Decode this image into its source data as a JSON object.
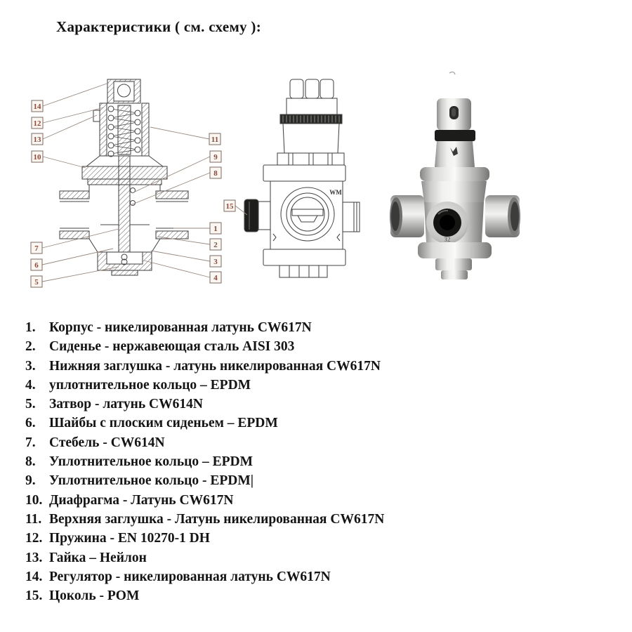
{
  "title": "Характеристики ( см. схему ):",
  "diagram": {
    "callouts": {
      "c1": "1",
      "c2": "2",
      "c3": "3",
      "c4": "4",
      "c5": "5",
      "c6": "6",
      "c7": "7",
      "c8": "8",
      "c9": "9",
      "c10": "10",
      "c11": "11",
      "c12": "12",
      "c13": "13",
      "c14": "14",
      "c15": "15"
    },
    "body_logo": "WM",
    "photo_marking": "32"
  },
  "parts_list": [
    {
      "num": "1.",
      "desc": "Корпус - никелированная латунь CW617N"
    },
    {
      "num": "2.",
      "desc": "Сиденье - нержавеющая сталь AISI 303"
    },
    {
      "num": "3.",
      "desc": "Нижняя заглушка - латунь никелированная  CW617N"
    },
    {
      "num": "4.",
      "desc": "уплотнительное кольцо – EPDM"
    },
    {
      "num": "5.",
      "desc": "Затвор -  латунь CW614N"
    },
    {
      "num": "6.",
      "desc": "Шайбы с плоским сиденьем – EPDM"
    },
    {
      "num": "7.",
      "desc": "Стебель - CW614N"
    },
    {
      "num": "8.",
      "desc": "Уплотнительное кольцо – EPDM"
    },
    {
      "num": "9.",
      "desc": "Уплотнительное кольцо -  EPDM|"
    },
    {
      "num": "10.",
      "desc": "Диафрагма - Латунь CW617N"
    },
    {
      "num": "11.",
      "desc": "Верхняя заглушка  -  Латунь никелированная CW617N"
    },
    {
      "num": "12.",
      "desc": "Пружина - EN 10270-1 DH"
    },
    {
      "num": "13.",
      "desc": "Гайка – Нейлон"
    },
    {
      "num": "14.",
      "desc": "Регулятор -  никелированная латунь CW617N"
    },
    {
      "num": "15.",
      "desc": "Цоколь -  POM"
    }
  ]
}
